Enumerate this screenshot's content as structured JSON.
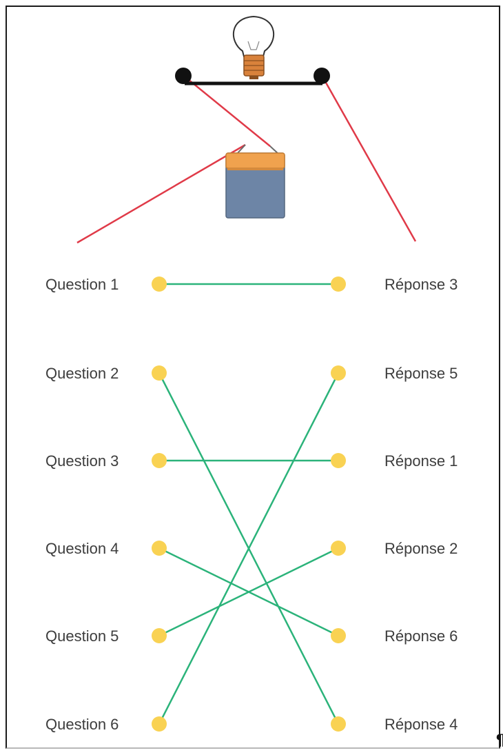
{
  "diagram": {
    "questions": [
      "Question 1",
      "Question 2",
      "Question 3",
      "Question 4",
      "Question 5",
      "Question 6"
    ],
    "answers": [
      "Réponse 3",
      "Réponse 5",
      "Réponse 1",
      "Réponse 2",
      "Réponse 6",
      "Réponse 4"
    ],
    "links": [
      {
        "question": 1,
        "answer": 3
      },
      {
        "question": 2,
        "answer": 4
      },
      {
        "question": 3,
        "answer": 1
      },
      {
        "question": 4,
        "answer": 6
      },
      {
        "question": 5,
        "answer": 2
      },
      {
        "question": 6,
        "answer": 5
      }
    ],
    "paragraph_mark": "¶",
    "colors": {
      "node": "#f9d253",
      "link": "#2bb37a",
      "wire": "#e03a48",
      "bar": "#111111",
      "battery_body": "#6d85a6",
      "battery_top": "#f0a24e",
      "bulb_base": "#d9823b"
    }
  }
}
